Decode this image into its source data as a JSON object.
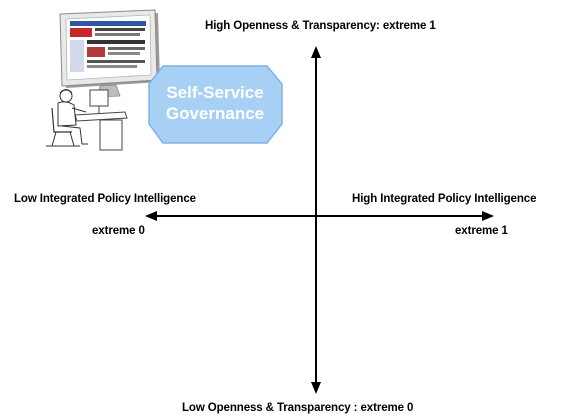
{
  "axes": {
    "top": "High Openness & Transparency: extreme 1",
    "bottom": "Low Openness & Transparency : extreme 0",
    "left": "Low Integrated  Policy  Intelligence",
    "left_extreme": "extreme 0",
    "right": "High  Integrated Policy Intelligence",
    "right_extreme": "extreme 1"
  },
  "badge": {
    "line1": "Self-Service",
    "line2": "Governance"
  },
  "illustration": {
    "icons": [
      "computer-monitor-icon",
      "person-at-desk-icon"
    ]
  },
  "colors": {
    "badge_fill": "#a8d0f4",
    "badge_border": "#7fb3e6",
    "axis": "#000000"
  }
}
